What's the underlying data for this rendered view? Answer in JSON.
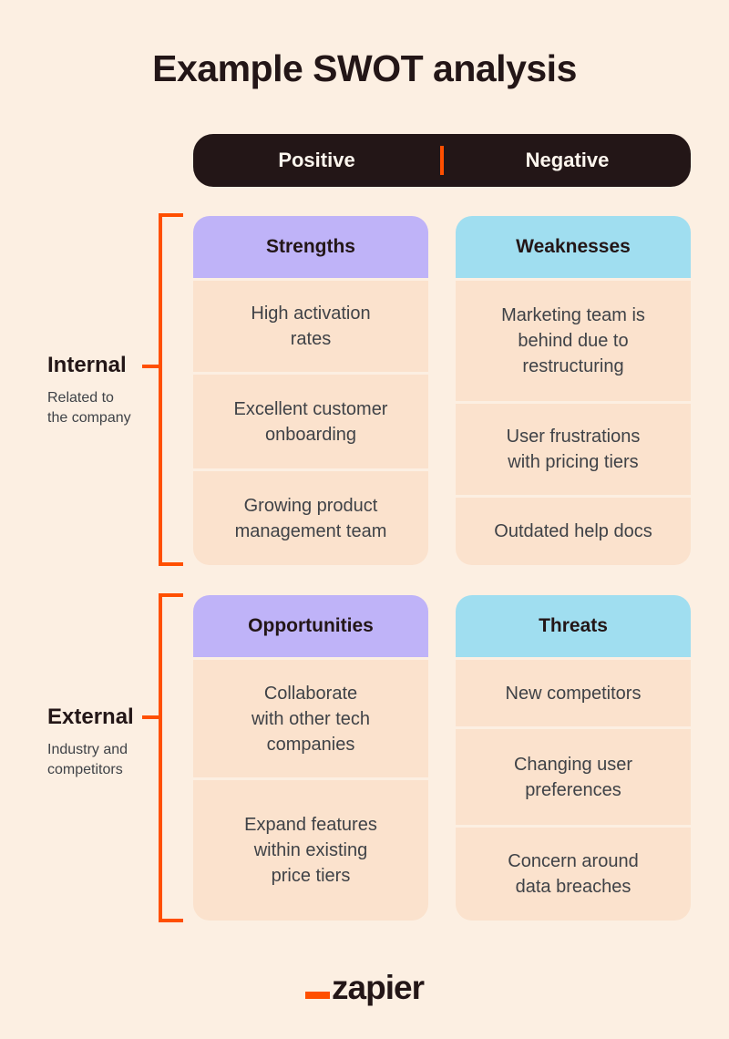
{
  "title": "Example SWOT analysis",
  "colors": {
    "background": "#FCEFE2",
    "pill_background": "#231617",
    "pill_text": "#FDF6EE",
    "strengths_header": "#BFB3F8",
    "weaknesses_header": "#A0DEF0",
    "cell_background": "#FBE2CD",
    "accent_orange": "#FF4F00",
    "dark_text": "#231617",
    "cell_text": "#3F4247"
  },
  "header_pill": {
    "positive": "Positive",
    "negative": "Negative"
  },
  "groups": [
    {
      "label": "Internal",
      "description": "Related to\nthe company"
    },
    {
      "label": "External",
      "description": "Industry and\ncompetitors"
    }
  ],
  "quadrants": [
    {
      "title": "Strengths",
      "items": [
        "High activation\nrates",
        "Excellent customer\nonboarding",
        "Growing product\nmanagement team"
      ]
    },
    {
      "title": "Weaknesses",
      "items": [
        "Marketing team is\nbehind due to\nrestructuring",
        "User frustrations\nwith pricing tiers",
        "Outdated help docs"
      ]
    },
    {
      "title": "Opportunities",
      "items": [
        "Collaborate\nwith other tech\ncompanies",
        "Expand features\nwithin existing\nprice tiers"
      ]
    },
    {
      "title": "Threats",
      "items": [
        "New competitors",
        "Changing user\npreferences",
        "Concern around\ndata breaches"
      ]
    }
  ],
  "footer": {
    "logo": "zapier"
  }
}
